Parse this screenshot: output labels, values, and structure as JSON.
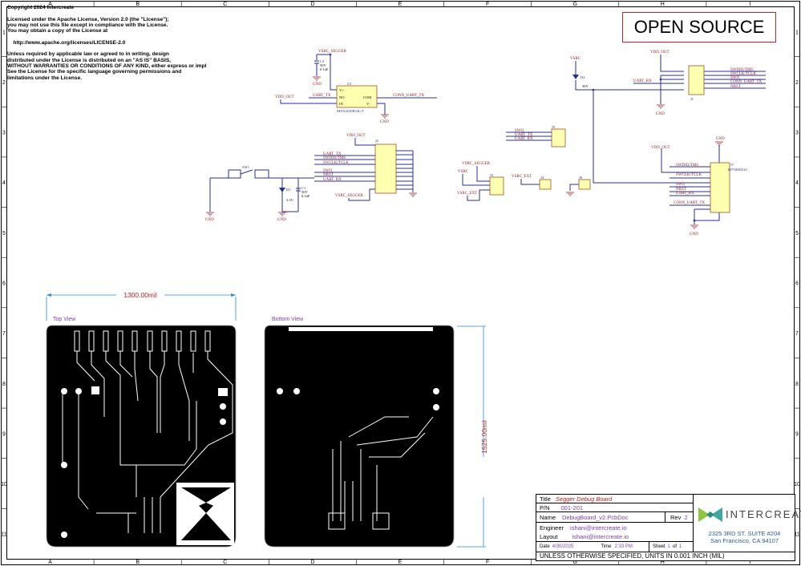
{
  "license": {
    "copyright": "Copyright 2024 Intercreate",
    "lines1": "Licensed under the Apache License, Version 2.0 (the \"License\");\nyou may not use this file except in compliance with the License.\nYou may obtain a copy of the License at",
    "url": "http://www.apache.org/licenses/LICENSE-2.0",
    "lines2": "Unless required by applicable law or agreed to in writing, design\ndistributed under the License is distributed on an \"AS IS\" BASIS,\nWITHOUT WARRANTIES OR CONDITIONS OF ANY KIND, either express or impl\nSee the License for the specific language governing permissions and\nlimitations under the License."
  },
  "badge": "OPEN SOURCE",
  "frame": {
    "columns": [
      "A",
      "B",
      "C",
      "D",
      "E",
      "F",
      "G",
      "H",
      "I"
    ],
    "rows": [
      "1",
      "2",
      "3",
      "4",
      "5",
      "6",
      "7",
      "8",
      "9",
      "10",
      "11"
    ]
  },
  "schematic": {
    "nets": {
      "vsrc_segger": "VSRC_SEGGER",
      "vdd_out": "VDD_OUT",
      "uart_tx": "UART_TX",
      "uart_rx": "UART_RX",
      "conn_uart_tx": "CONN_UART_TX",
      "gnd": "GND",
      "swdio": "SWDIO/TMS",
      "swclk": "SWCLK/TCLK",
      "swo": "SWO",
      "nrst": "NRST",
      "vsrc": "VSRC",
      "vsrc_ext": "VSRC_EXT"
    },
    "u1": {
      "ref": "U1",
      "part": "MAX4510EUK+T",
      "pins": [
        "V+",
        "NO",
        "IN",
        "COM",
        "V-"
      ]
    },
    "c2": {
      "ref": "C2",
      "voltage": "50V",
      "value": "0.1uF"
    },
    "c1": {
      "ref": "C1",
      "voltage": "50V",
      "value": "0.1uF"
    },
    "d1": {
      "ref": "D1",
      "value": "3.3V"
    },
    "d2": {
      "ref": "D2",
      "value": "30V"
    },
    "sw1": {
      "ref": "SW1"
    },
    "connectors": {
      "j1": "J1",
      "j2": "J2",
      "j3": "J3",
      "j4": "J4",
      "j5": "J5",
      "j6": "J6",
      "j7": "J7",
      "j7_part": "60710004/22"
    }
  },
  "pcb": {
    "top_label": "Top View",
    "bottom_label": "Bottom View",
    "width_dim": "1300.00mil",
    "height_dim": "1525.00mil"
  },
  "title_block": {
    "title_label": "Title",
    "title": "Segger Debug Board",
    "pn_label": "P/N",
    "pn": "001-201",
    "name_label": "Name",
    "name": "DebugBoard_v2.PcbDoc",
    "rev_label": "Rev",
    "rev": "2",
    "engineer_label": "Engineer",
    "engineer": "ishani@intercreate.io",
    "layout_label": "Layout",
    "layout": "ishani@intercreate.io",
    "date_label": "Date",
    "date": "4/30/2025",
    "time_label": "Time",
    "time": "2:33 PM",
    "sheet_label": "Sheet",
    "sheet": "1",
    "of_label": "of",
    "sheets": "1",
    "company": "INTERCREATE",
    "address1": "2325 3RD ST. SUITE #204",
    "address2": "San Francisco, CA 94107",
    "units_note": "UNLESS OTHERWISE SPECIFIED, UNITS IN 0.001 INCH (MIL)",
    "logo_colors": [
      "#8dc63f",
      "#3fa9a0",
      "#2e8b7a"
    ]
  }
}
